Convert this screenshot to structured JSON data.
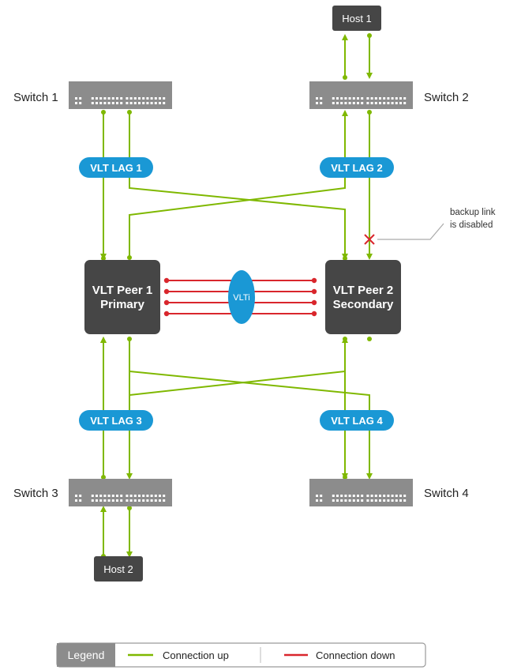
{
  "switches": {
    "s1": "Switch 1",
    "s2": "Switch 2",
    "s3": "Switch 3",
    "s4": "Switch 4"
  },
  "hosts": {
    "h1": "Host 1",
    "h2": "Host 2"
  },
  "peers": {
    "p1_line1": "VLT Peer 1",
    "p1_line2": "Primary",
    "p2_line1": "VLT Peer 2",
    "p2_line2": "Secondary"
  },
  "lags": {
    "lag1": "VLT LAG 1",
    "lag2": "VLT LAG 2",
    "lag3": "VLT LAG 3",
    "lag4": "VLT LAG 4"
  },
  "vlti": "VLTi",
  "annotation": {
    "line1": "backup link",
    "line2": "is disabled"
  },
  "legend": {
    "title": "Legend",
    "up": "Connection up",
    "down": "Connection down"
  },
  "colors": {
    "connection_up": "#7fb800",
    "connection_down": "#d9262c",
    "device": "#464646",
    "lag_badge": "#1a98d5",
    "switch": "#8c8c8c"
  }
}
